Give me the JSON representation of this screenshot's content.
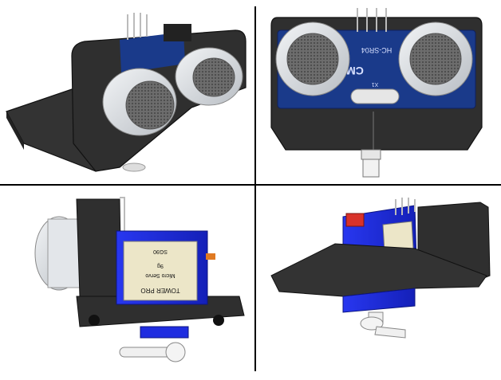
{
  "panels": {
    "top_right": {
      "pcb_silk_model": "HC-SR04",
      "pcb_silk_brand": "CM",
      "crystal_mark": "X1"
    },
    "bottom_left": {
      "servo_brand": "TOWER PRO",
      "servo_model": "Micro Servo",
      "servo_weight": "9g",
      "servo_code": "SG90"
    }
  },
  "colors": {
    "bracket": "#2b2b2b",
    "servo": "#1f2de0",
    "pcb": "#1a3a8a",
    "transducer": "#d9dde2",
    "orange": "#e07a22",
    "red": "#d8322a"
  }
}
